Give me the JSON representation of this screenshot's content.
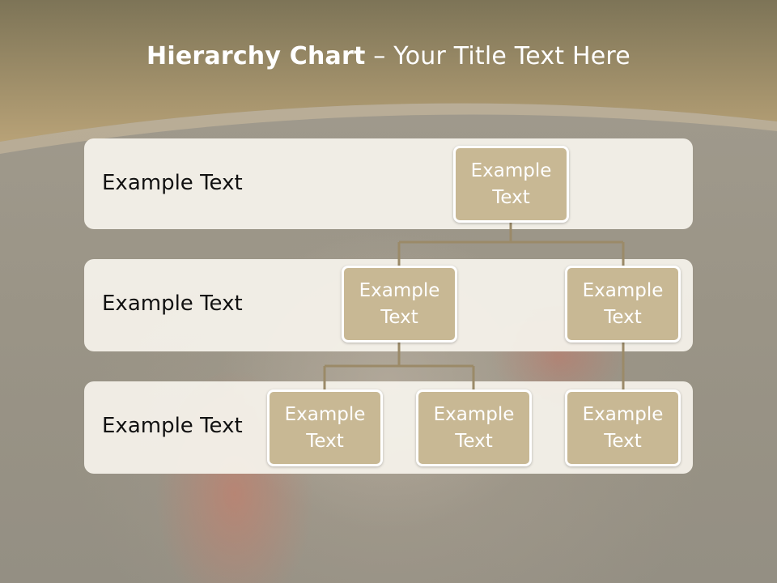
{
  "slide": {
    "title_bold": "Hierarchy Chart",
    "title_rest": " – Your Title Text Here"
  },
  "levels": [
    {
      "label": "Example Text"
    },
    {
      "label": "Example Text"
    },
    {
      "label": "Example Text"
    }
  ],
  "nodes": {
    "root": "Example Text",
    "level2_left": "Example Text",
    "level2_right": "Example Text",
    "level3_a": "Example Text",
    "level3_b": "Example Text",
    "level3_c": "Example Text"
  },
  "colors": {
    "header": "#8c7f60",
    "box_fill": "#c8b894",
    "connector": "#9b8a68"
  }
}
